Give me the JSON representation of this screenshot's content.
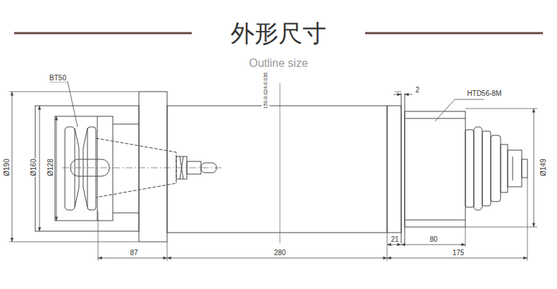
{
  "diagram": {
    "title": "外形尺寸",
    "caption": "Outline size",
    "labels": [
      "BT50",
      "Ø190",
      "Ø160",
      "Ø128",
      "150-0.024-0.036",
      "2",
      "HTD56-8M",
      "Ø149",
      "87",
      "280",
      "21",
      "80",
      "175"
    ]
  }
}
